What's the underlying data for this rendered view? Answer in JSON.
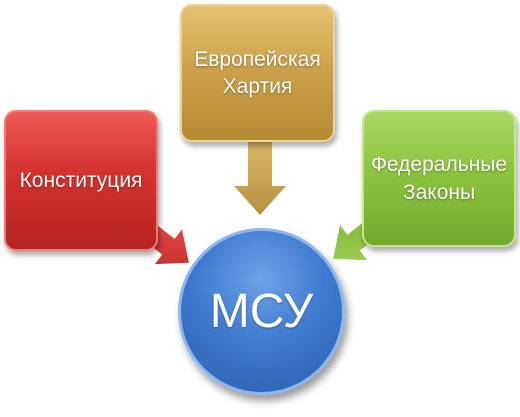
{
  "diagram": {
    "boxes": {
      "left": "Конституция",
      "top_line1": "Европейская",
      "top_line2": "Хартия",
      "right_line1": "Федеральные",
      "right_line2": "Законы"
    },
    "center": "МСУ"
  },
  "colors": {
    "left_box": "#d4322f",
    "top_box": "#cda24c",
    "right_box": "#8cc43f",
    "center_circle": "#3f7bd0",
    "left_arrow": "#d8322f",
    "top_arrow": "#c9a04e",
    "right_arrow": "#8cc43f"
  }
}
